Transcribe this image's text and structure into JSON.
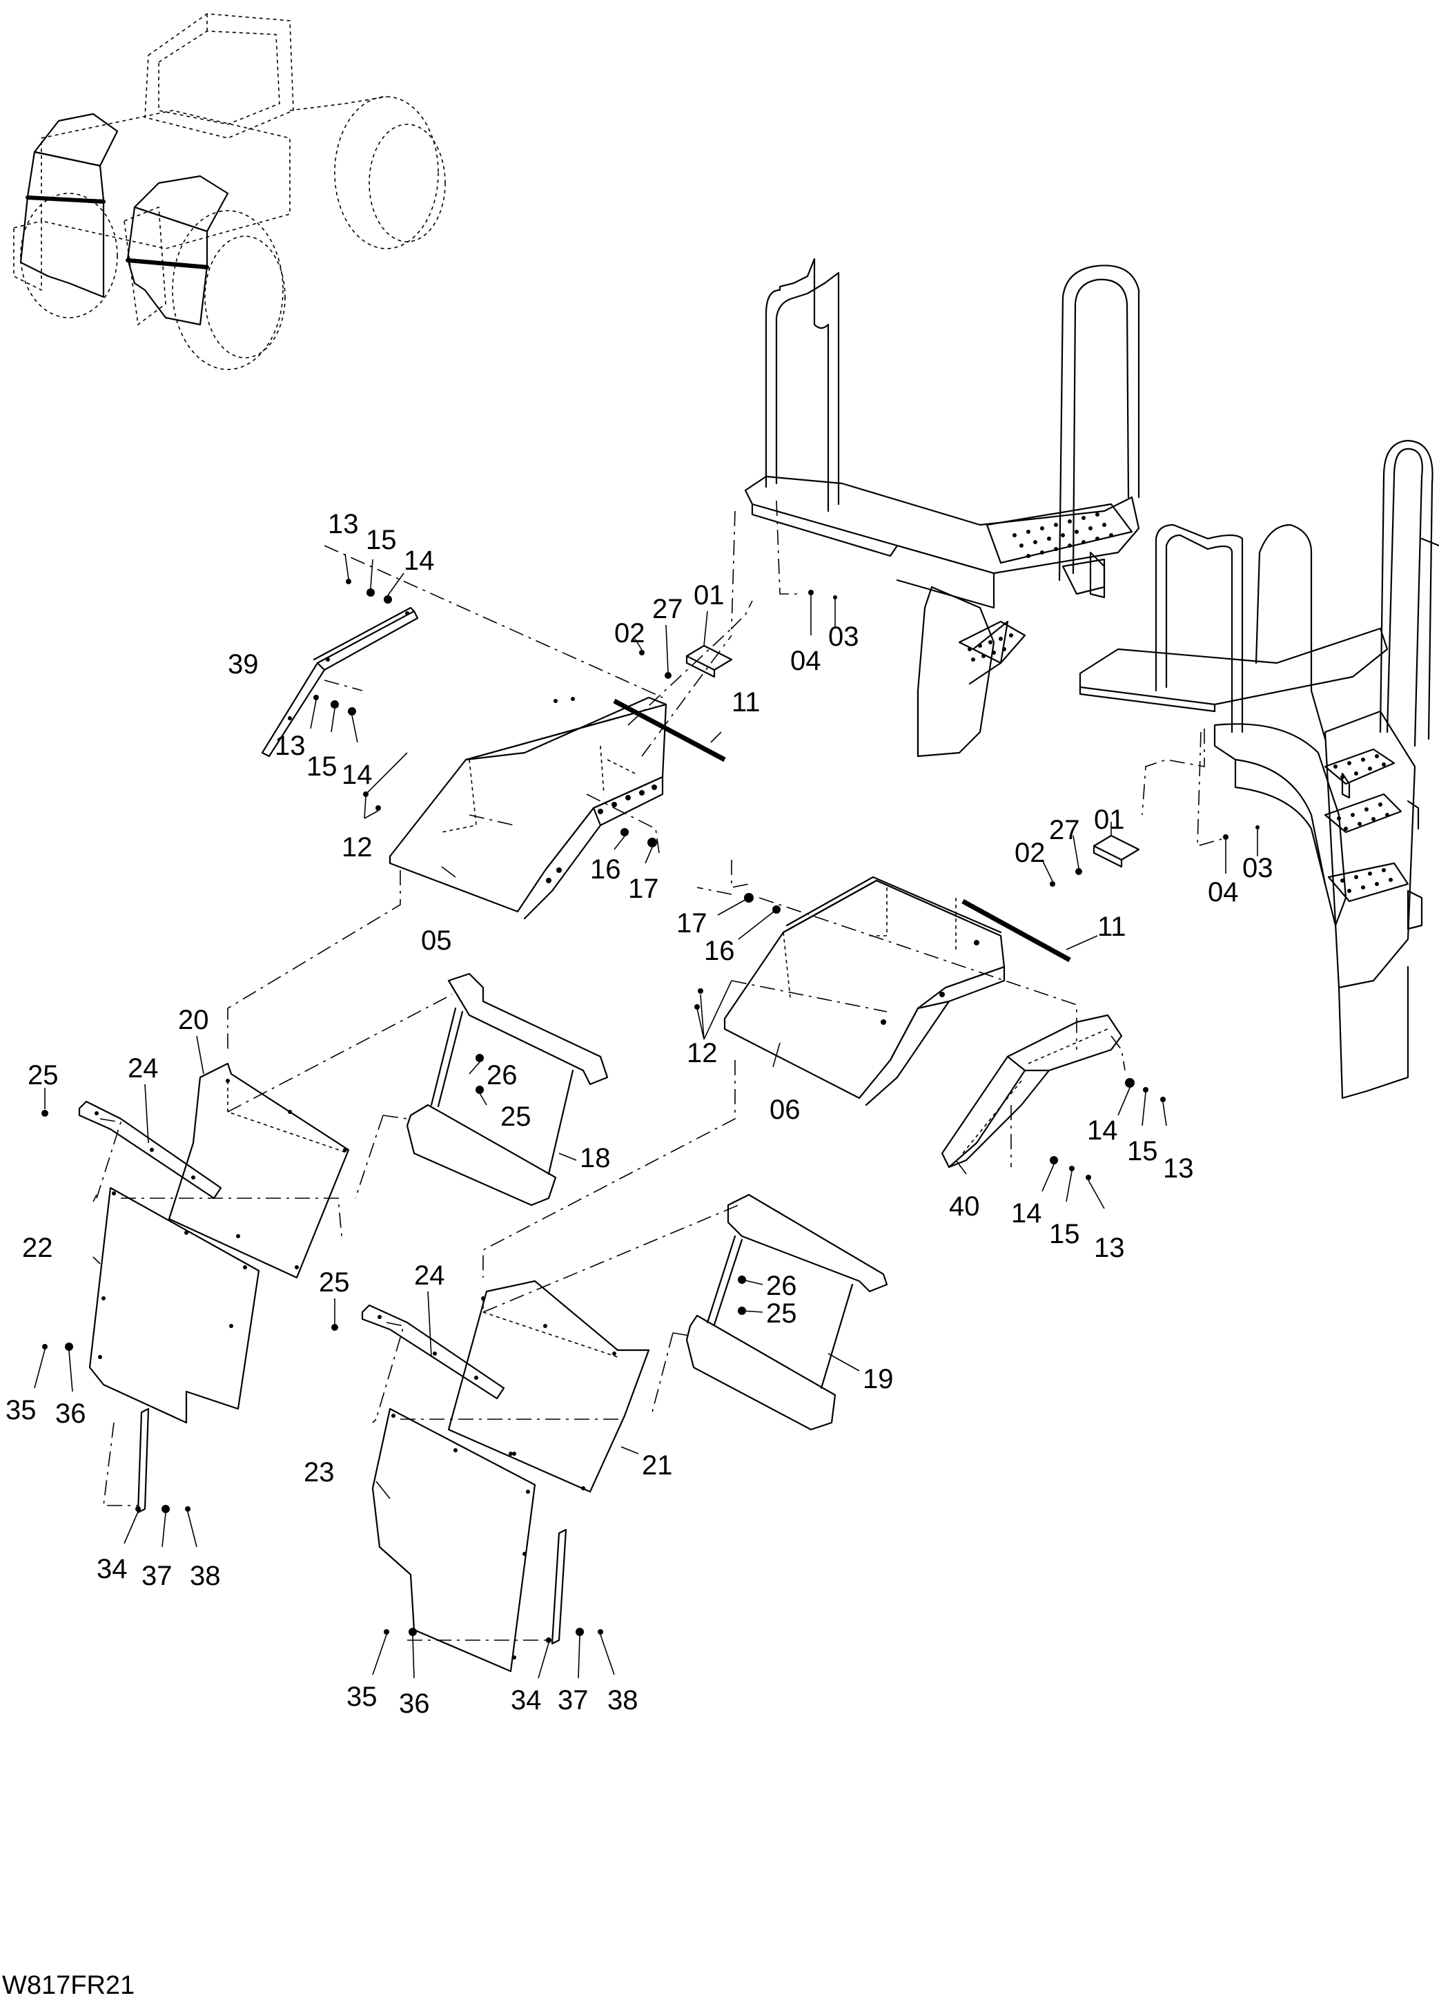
{
  "diagram_code": "W817FR21",
  "callouts": {
    "c13a": "13",
    "c15a": "15",
    "c14a": "14",
    "c39": "39",
    "c13b": "13",
    "c15b": "15",
    "c14b": "14",
    "c12a": "12",
    "c05": "05",
    "c16a": "16",
    "c17a": "17",
    "c02a": "02",
    "c27a": "27",
    "c01a": "01",
    "c11a": "11",
    "c04a": "04",
    "c03a": "03",
    "c02b": "02",
    "c27b": "27",
    "c01b": "01",
    "c11b": "11",
    "c04b": "04",
    "c03b": "03",
    "c17b": "17",
    "c16b": "16",
    "c12b": "12",
    "c06": "06",
    "c14c": "14",
    "c15c": "15",
    "c13c": "13",
    "c40": "40",
    "c14d": "14",
    "c15d": "15",
    "c13d": "13",
    "c20": "20",
    "c25a": "25",
    "c24a": "24",
    "c26a": "26",
    "c25b": "25",
    "c18": "18",
    "c22": "22",
    "c35a": "35",
    "c36a": "36",
    "c34a": "34",
    "c37a": "37",
    "c38a": "38",
    "c25c": "25",
    "c24b": "24",
    "c26b": "26",
    "c25d": "25",
    "c19": "19",
    "c21": "21",
    "c23": "23",
    "c35b": "35",
    "c36b": "36",
    "c34b": "34",
    "c37b": "37",
    "c38b": "38"
  }
}
